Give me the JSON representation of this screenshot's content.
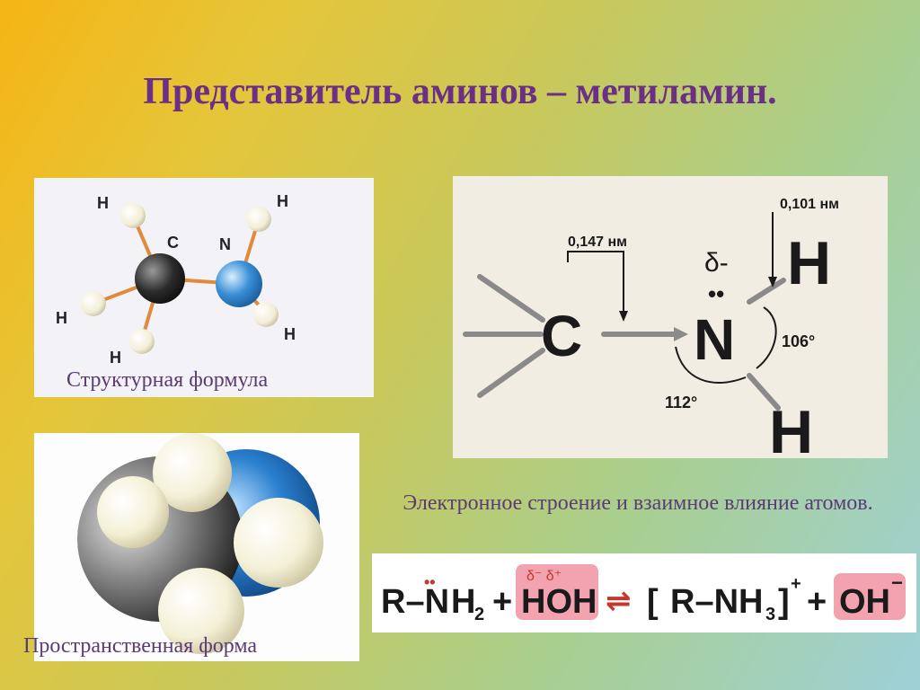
{
  "title": "Представитель аминов – метиламин.",
  "structural": {
    "caption": "Структурная формула",
    "atoms": {
      "c": "C",
      "n": "N",
      "h": "H"
    }
  },
  "spatial": {
    "caption": "Пространственная форма"
  },
  "electronic": {
    "caption": "Электронное строение  и  взаимное влияние атомов.",
    "bond_cn": "0,147 нм",
    "bond_nh": "0,101 нм",
    "angle1": "106°",
    "angle2": "112°",
    "delta": "δ-",
    "atom_c": "C",
    "atom_n": "N",
    "atom_h": "H",
    "lone_pair": "••"
  },
  "equation": {
    "r_nh": "R–N",
    "lone_pair": "••",
    "h2": "H",
    "sub2": "2",
    "plus1": "+",
    "hoh": "HOH",
    "delta_labels": "δ⁻ δ⁺",
    "arrows": "⇌",
    "bracket_open": "[",
    "r_nh3": "R–NH",
    "sub3": "3",
    "bracket_close": "]",
    "sup_plus": "+",
    "plus2": "+",
    "oh": "OH",
    "sup_minus": "−"
  },
  "colors": {
    "title": "#6b2f86",
    "caption": "#5a3b73",
    "highlight": "#f3a3b0",
    "arrows": "#c0392b",
    "carbon": "#2b2b2b",
    "nitrogen": "#3a8fd6",
    "hydrogen": "#f3eed8"
  }
}
